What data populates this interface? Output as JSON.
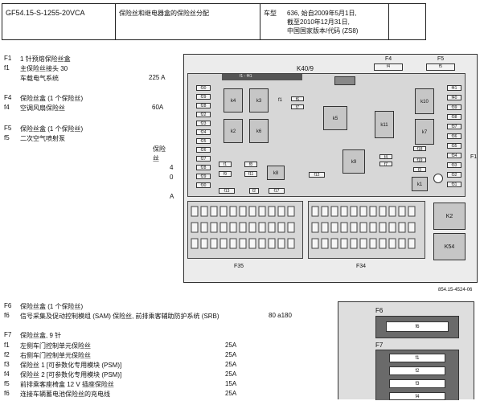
{
  "header": {
    "code": "GF54.15-S-1255-20VCA",
    "title": "保险丝和继电器盒的保险丝分配",
    "model_label": "车型",
    "model_lines": [
      "636, 始自2009年5月1日,",
      "截至2010年12月31日,",
      "中国国家版本/代码 (ZS8)"
    ]
  },
  "left": {
    "F1": {
      "code": "F1",
      "title": "1 针预熔保险丝盒"
    },
    "f1": {
      "code": "f1",
      "title": "主保险丝接头 30"
    },
    "onboard": {
      "title": "车载电气系统",
      "value": "225 A"
    },
    "F4": {
      "code": "F4",
      "title": "保险丝盒 (1 个保险丝)"
    },
    "f4": {
      "code": "f4",
      "title": "空调风扇保险丝",
      "value": "60A"
    },
    "F5": {
      "code": "F5",
      "title": "保险丝盒 (1 个保险丝)"
    },
    "f5": {
      "code": "f5",
      "title": "二次空气喷射泵"
    },
    "fuse_char1": "保险",
    "fuse_char2": "丝",
    "v4": "4",
    "v0": "0",
    "vA": "A"
  },
  "diagram": {
    "k40": "K40/9",
    "F4": "F4",
    "f4": "f4",
    "F5": "F5",
    "f5": "f5",
    "F35": "F35",
    "F34": "F34",
    "F1_side": "F1",
    "label_mid": "f1",
    "left_fuses": [
      "f30",
      "f29",
      "f28",
      "f22",
      "f23",
      "f24",
      "f25",
      "f26",
      "f27",
      "f28",
      "f29",
      "f30"
    ],
    "right_fuses": [
      "f41",
      "f40",
      "f39",
      "f38",
      "f37",
      "f36",
      "f35",
      "f34",
      "f33",
      "f32",
      "f31"
    ],
    "relays": {
      "k4": "k4",
      "k3": "k3",
      "k2": "k2",
      "k6": "k6",
      "k5": "k5",
      "k11": "k11",
      "k10": "k10",
      "k7": "k7",
      "k8": "k8",
      "k9": "k9",
      "k1": "k1",
      "K2": "K2",
      "K54": "K54"
    },
    "small_fuses": {
      "f6": "f6",
      "f7": "f7",
      "f1": "f1",
      "f8": "f8",
      "f9": "f9",
      "f10": "f10",
      "f11": "f11",
      "f12": "f12",
      "f13": "f13",
      "f2": "f2",
      "f17": "f17",
      "f18": "f18",
      "f19": "f19",
      "f3": "f3",
      "f14": "f14",
      "f15": "f15",
      "f16": "f16",
      "f4b": "f4",
      "f7b": "f7"
    },
    "ref": "854.15-4524-06"
  },
  "lower": {
    "F6": {
      "code": "F6",
      "title": "保险丝盒 (1 个保险丝)"
    },
    "f6": {
      "code": "f6",
      "title": "信号采集及促动控制模组 (SAM) 保险丝, 前排乘客辅助防护系统 (SRB)",
      "value": "80 a180"
    },
    "F7": {
      "code": "F7",
      "title": "保险丝盒, 9 针"
    },
    "rows": [
      {
        "code": "f1",
        "title": "左侧车门控制单元保险丝",
        "value": "25A"
      },
      {
        "code": "f2",
        "title": "右侧车门控制单元保险丝",
        "value": "25A"
      },
      {
        "code": "f3",
        "title": "保险丝 1 [可参数化专用模块 (PSM)]",
        "value": "25A"
      },
      {
        "code": "f4",
        "title": "保险丝 2 [可参数化专用模块 (PSM)]",
        "value": "25A"
      },
      {
        "code": "f5",
        "title": "前排乘客座椅盒 12 V 插座保险丝",
        "value": "15A"
      },
      {
        "code": "f6",
        "title": "连接车辆蓄电池保险丝的充电线",
        "value": "25A"
      }
    ]
  },
  "inset": {
    "F6": "F6",
    "f6": "f6",
    "F7": "F7",
    "f1": "f1",
    "f2": "f2",
    "f3": "f3",
    "f4": "f4"
  }
}
